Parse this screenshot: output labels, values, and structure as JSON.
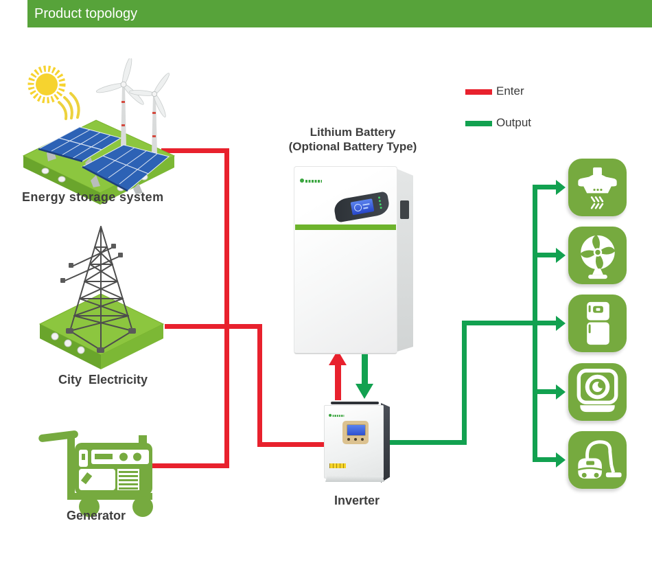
{
  "header": {
    "title": "Product topology"
  },
  "legend": {
    "enter_label": "Enter",
    "output_label": "Output"
  },
  "labels": {
    "energy_storage": "Energy storage system",
    "city_electricity": "City Electricity",
    "generator": "Generator",
    "inverter": "Inverter",
    "battery_line1": "Lithium Battery",
    "battery_line2": "(Optional Battery Type)"
  },
  "appliances": [
    {
      "name": "range-hood"
    },
    {
      "name": "fan"
    },
    {
      "name": "refrigerator"
    },
    {
      "name": "washing-machine"
    },
    {
      "name": "vacuum-cleaner"
    }
  ],
  "topology": {
    "enter_flows": [
      {
        "from": "energy-storage-system",
        "to": "inverter"
      },
      {
        "from": "city-electricity",
        "to": "inverter"
      },
      {
        "from": "generator",
        "to": "inverter"
      },
      {
        "from": "inverter",
        "to": "lithium-battery"
      }
    ],
    "output_flows": [
      {
        "from": "lithium-battery",
        "to": "inverter"
      },
      {
        "from": "inverter",
        "to": "range-hood"
      },
      {
        "from": "inverter",
        "to": "fan"
      },
      {
        "from": "inverter",
        "to": "refrigerator"
      },
      {
        "from": "inverter",
        "to": "washing-machine"
      },
      {
        "from": "inverter",
        "to": "vacuum-cleaner"
      }
    ]
  },
  "colors": {
    "header_bg": "#57a33a",
    "enter_line": "#e8212d",
    "output_line": "#12a150",
    "appliance_icon_bg": "#76aa3f",
    "platform_green_top": "#8cc63f",
    "platform_green_side": "#6aa52c",
    "label_text": "#3e3e3e",
    "battery_stripe": "#6db32c",
    "solar_panel_blue": "#2d62b5",
    "sun_yellow": "#f6d32f"
  }
}
